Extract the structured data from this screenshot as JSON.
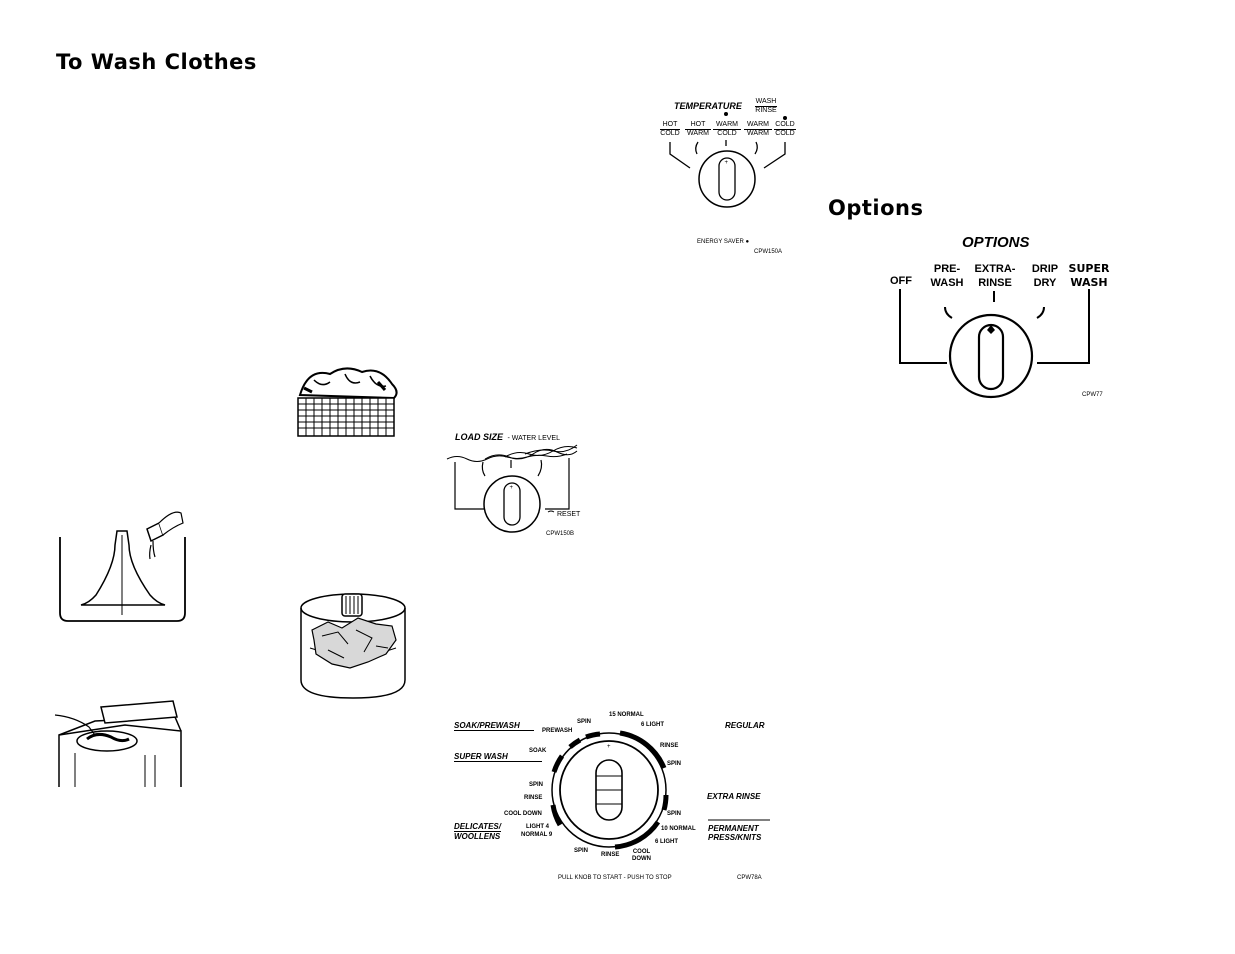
{
  "page": {
    "heading_wash": "To Wash Clothes",
    "heading_options": "Options"
  },
  "temperature": {
    "title": "TEMPERATURE",
    "wash": "WASH",
    "rinse": "RINSE",
    "settings": [
      {
        "wash": "HOT",
        "rinse": "COLD"
      },
      {
        "wash": "HOT",
        "rinse": "WARM"
      },
      {
        "wash": "WARM",
        "rinse": "COLD"
      },
      {
        "wash": "WARM",
        "rinse": "WARM"
      },
      {
        "wash": "COLD",
        "rinse": "COLD"
      }
    ],
    "energy_saver": "ENERGY SAVER",
    "code": "CPW150A"
  },
  "options": {
    "title": "OPTIONS",
    "off": "OFF",
    "prewash": [
      "PRE-",
      "WASH"
    ],
    "extra_rinse": [
      "EXTRA-",
      "RINSE"
    ],
    "drip_dry": [
      "DRIP",
      "DRY"
    ],
    "super_wash": [
      "SUPER",
      "WASH"
    ],
    "code": "CPW77"
  },
  "load_size": {
    "title": "LOAD SIZE",
    "subtitle": "- WATER LEVEL",
    "reset": "RESET",
    "code": "CPW150B"
  },
  "cycle": {
    "groups": {
      "soak_prewash": "SOAK/PREWASH",
      "super_wash": "SUPER WASH",
      "delicates": [
        "DELICATES/",
        "WOOLLENS"
      ],
      "regular": "REGULAR",
      "extra_rinse": "EXTRA RINSE",
      "permanent_press": [
        "PERMANENT",
        "PRESS/KNITS"
      ]
    },
    "steps": {
      "spin_top": "SPIN",
      "prewash": "PREWASH",
      "normal15": "15 NORMAL",
      "light6_top": "6 LIGHT",
      "rinse_right": "RINSE",
      "spin_right": "SPIN",
      "soak": "SOAK",
      "spin_left": "SPIN",
      "rinse_left": "RINSE",
      "spin_right2": "SPIN",
      "cool_down_left": "COOL DOWN",
      "light4": "LIGHT 4",
      "normal9": "NORMAL 9",
      "normal10": "10 NORMAL",
      "light6_bottom": "6 LIGHT",
      "spin_bottom": "SPIN",
      "rinse_bottom": "RINSE",
      "cool_down_bottom": [
        "COOL",
        "DOWN"
      ]
    },
    "footer": "PULL KNOB TO START - PUSH TO STOP",
    "code": "CPW78A"
  }
}
